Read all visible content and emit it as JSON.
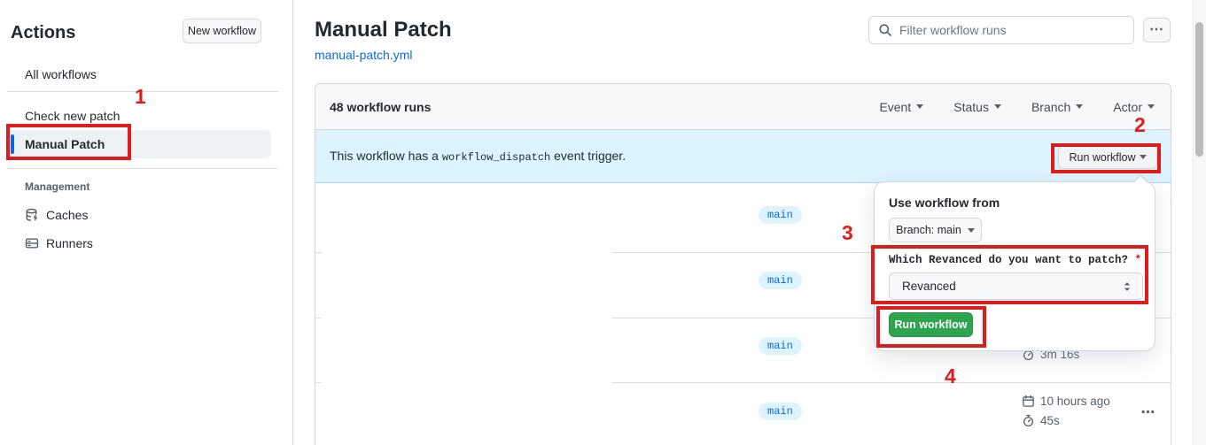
{
  "accents": {
    "tab_indicator": "#fd8c73",
    "annotation_red": "#e01b1b",
    "link_blue": "#0969da",
    "button_green": "#2da44e",
    "banner_blue": "#ddf4ff"
  },
  "sidebar": {
    "title": "Actions",
    "new_workflow_button": "New workflow",
    "all_workflows": "All workflows",
    "workflows": [
      {
        "label": "Check new patch"
      },
      {
        "label": "Manual Patch",
        "selected": true
      }
    ],
    "management": {
      "header": "Management",
      "items": [
        {
          "label": "Caches",
          "icon": "cache-icon"
        },
        {
          "label": "Runners",
          "icon": "runners-icon"
        }
      ]
    }
  },
  "header": {
    "title": "Manual Patch",
    "file_link": "manual-patch.yml",
    "filter_placeholder": "Filter workflow runs"
  },
  "icons": {
    "kebab": "⋯"
  },
  "runs_table": {
    "count_label": "48 workflow runs",
    "filters": [
      {
        "label": "Event"
      },
      {
        "label": "Status"
      },
      {
        "label": "Branch"
      },
      {
        "label": "Actor"
      }
    ],
    "banner": {
      "text_before": "This workflow has a ",
      "code": "workflow_dispatch",
      "text_after": " event trigger.",
      "run_workflow_button": "Run workflow"
    },
    "rows": [
      {
        "branch": "main"
      },
      {
        "branch": "main"
      },
      {
        "branch": "main",
        "duration": "3m 16s"
      },
      {
        "branch": "main",
        "time": "10 hours ago",
        "duration": "45s"
      }
    ]
  },
  "run_panel": {
    "heading": "Use workflow from",
    "branch_button": "Branch: main",
    "input_label": "Which Revanced do you want to patch?",
    "required_mark": " *",
    "select_value": "Revanced",
    "run_button": "Run workflow"
  },
  "annotations": {
    "step1": "1",
    "step2": "2",
    "step3": "3",
    "step4": "4"
  }
}
